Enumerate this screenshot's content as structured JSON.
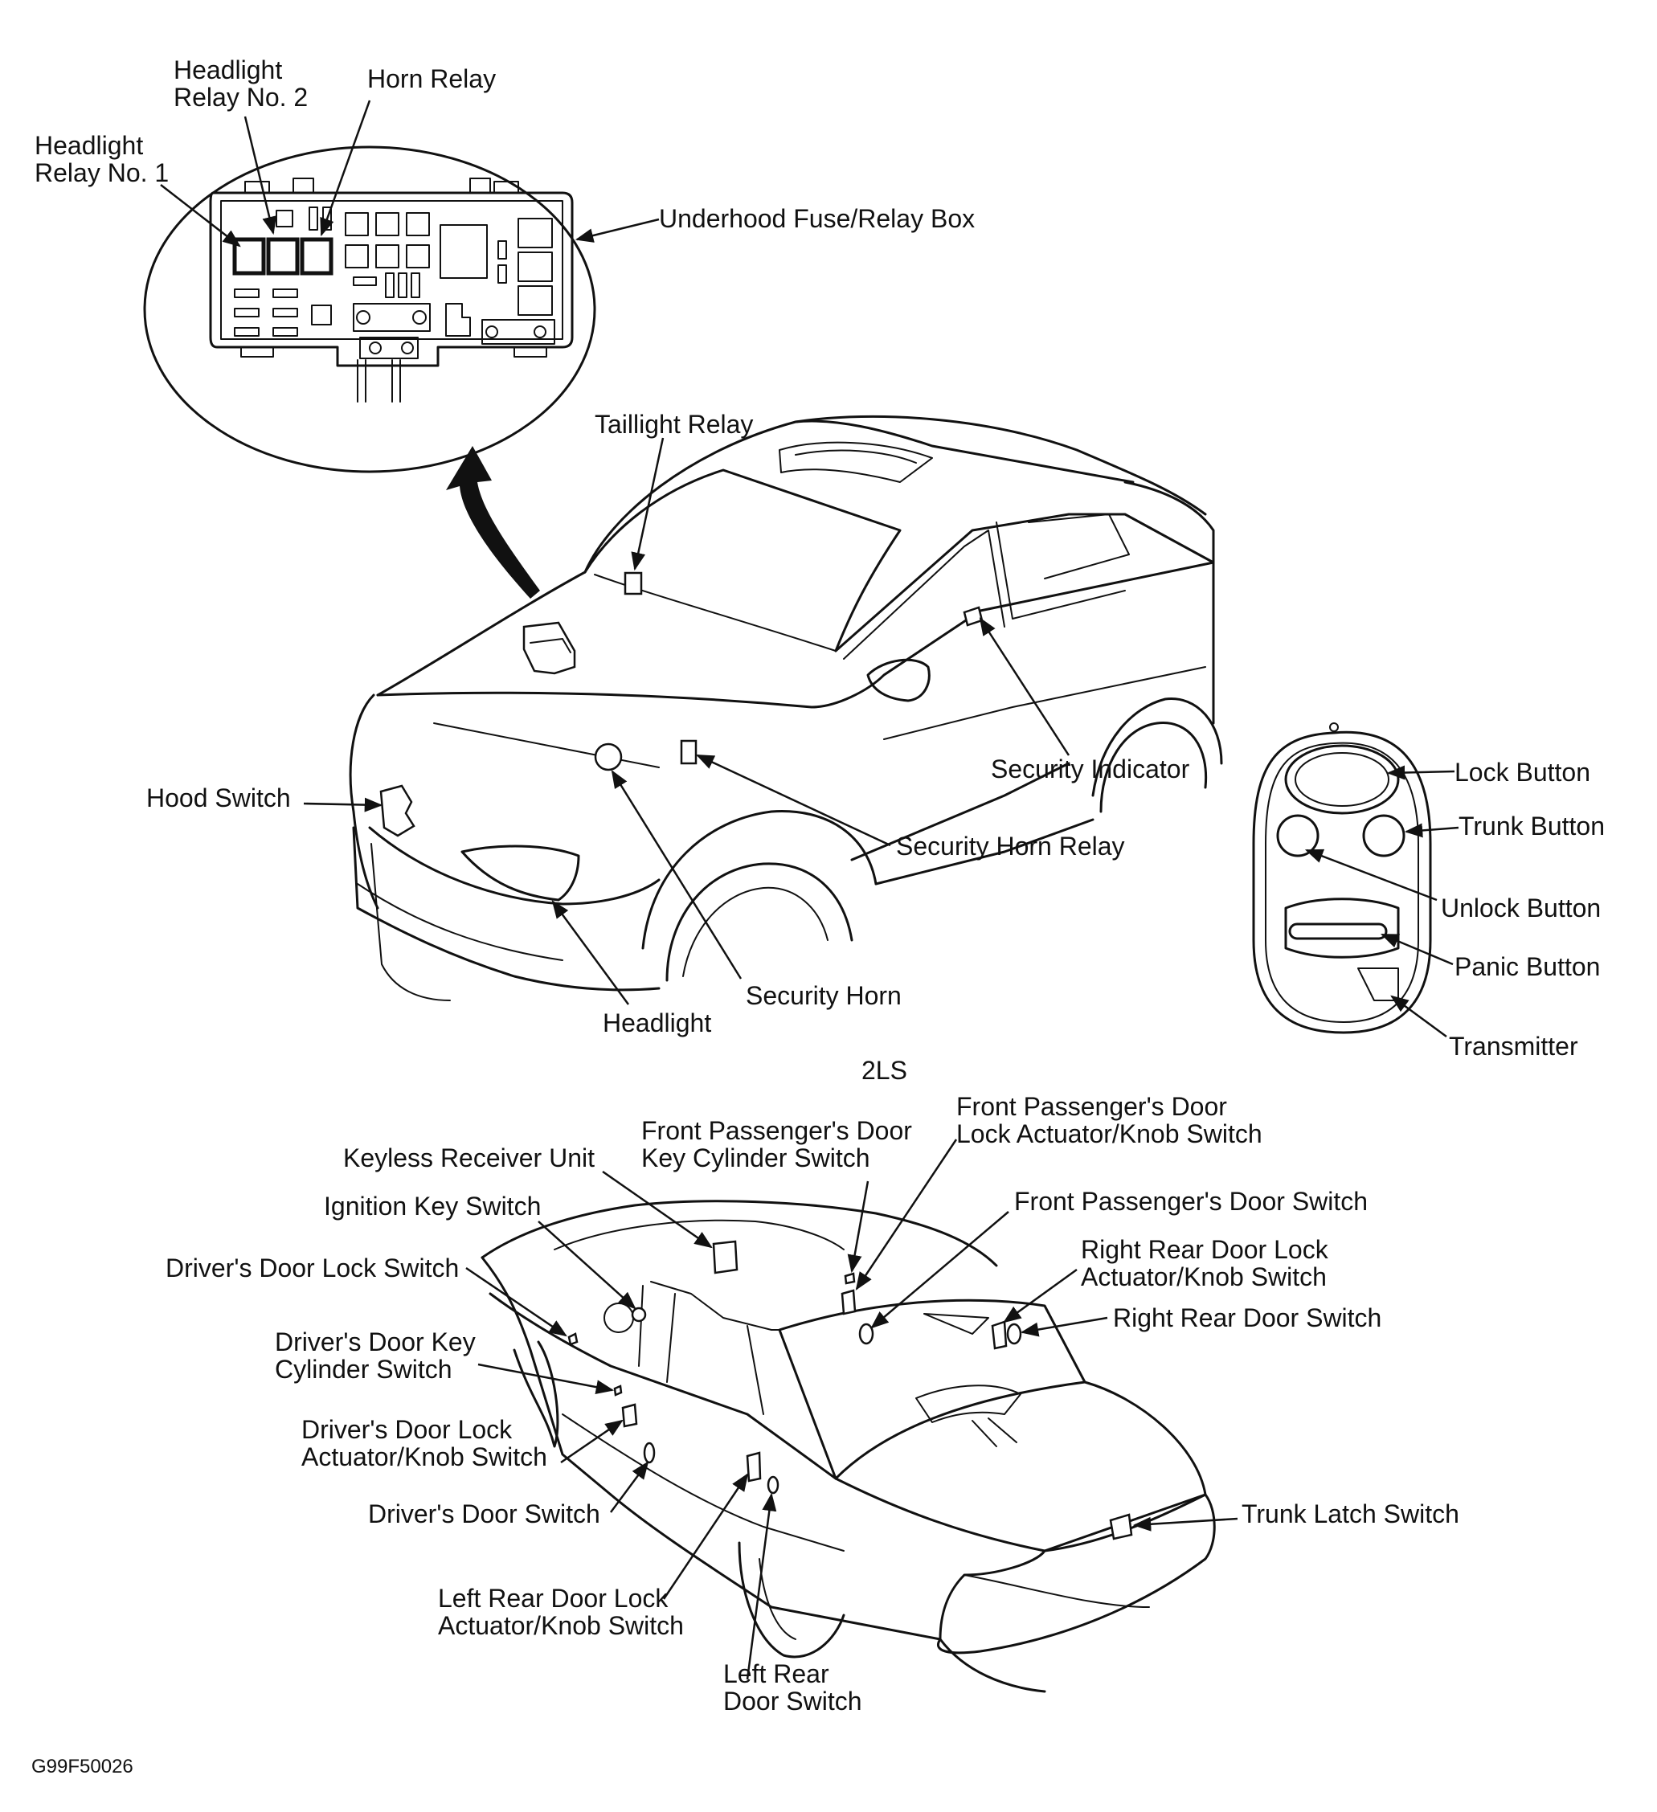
{
  "labels": {
    "headlight_relay_1": "Headlight\nRelay No. 1",
    "headlight_relay_2": "Headlight\nRelay No. 2",
    "horn_relay": "Horn Relay",
    "underhood_fuse_box": "Underhood Fuse/Relay Box",
    "taillight_relay": "Taillight Relay",
    "hood_switch": "Hood Switch",
    "security_indicator": "Security Indicator",
    "security_horn_relay": "Security Horn Relay",
    "security_horn": "Security Horn",
    "headlight": "Headlight",
    "lock_button": "Lock Button",
    "trunk_button": "Trunk Button",
    "unlock_button": "Unlock Button",
    "panic_button": "Panic Button",
    "transmitter": "Transmitter",
    "section_code": "2LS",
    "keyless_receiver_unit": "Keyless Receiver Unit",
    "front_passenger_key_cylinder": "Front Passenger's Door\nKey Cylinder Switch",
    "front_passenger_lock_actuator": "Front Passenger's Door\nLock Actuator/Knob Switch",
    "front_passenger_door_switch": "Front Passenger's Door Switch",
    "ignition_key_switch": "Ignition Key Switch",
    "drivers_door_lock_switch": "Driver's Door Lock Switch",
    "right_rear_lock_actuator": "Right Rear Door Lock\nActuator/Knob Switch",
    "right_rear_door_switch": "Right Rear Door Switch",
    "drivers_key_cylinder": "Driver's Door Key\nCylinder Switch",
    "drivers_lock_actuator": "Driver's Door Lock\nActuator/Knob Switch",
    "drivers_door_switch": "Driver's Door Switch",
    "trunk_latch_switch": "Trunk Latch Switch",
    "left_rear_lock_actuator": "Left Rear Door Lock\nActuator/Knob Switch",
    "left_rear_door_switch": "Left Rear\nDoor Switch",
    "figure_id": "G99F50026"
  }
}
